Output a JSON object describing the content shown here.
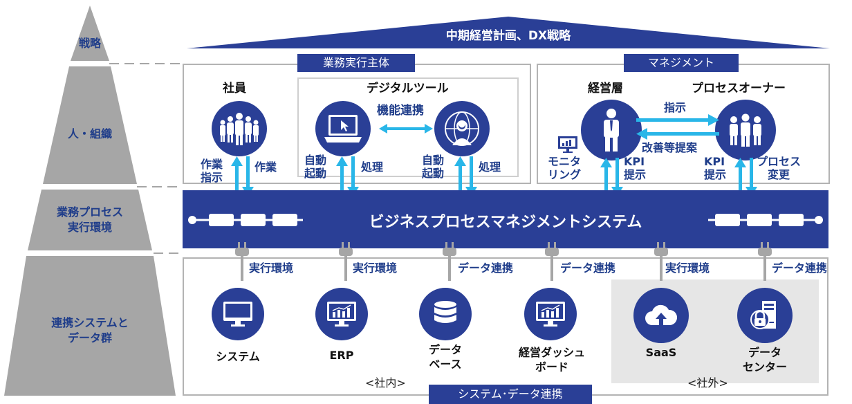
{
  "roof": {
    "title": "中期経営計画、DX戦略"
  },
  "tiers": {
    "strategy": "戦略",
    "people": "人・組織",
    "process_line1": "業務プロセス",
    "process_line2": "実行環境",
    "systems_line1": "連携システムと",
    "systems_line2": "データ群"
  },
  "top_left": {
    "tab": "業務実行主体",
    "employee": "社員",
    "digital_tools": "デジタルツール",
    "link_label": "機能連携",
    "arrows": [
      {
        "line1": "作業",
        "line2": "指示"
      },
      {
        "line1": "作業",
        "line2": ""
      },
      {
        "line1": "自動",
        "line2": "起動"
      },
      {
        "line1": "処理",
        "line2": ""
      },
      {
        "line1": "自動",
        "line2": "起動"
      },
      {
        "line1": "処理",
        "line2": ""
      }
    ]
  },
  "top_right": {
    "tab": "マネジメント",
    "executives": "経営層",
    "process_owner": "プロセスオーナー",
    "instruct": "指示",
    "improve": "改善等提案",
    "monitor_line1": "モニタ",
    "monitor_line2": "リング",
    "kpi1_line1": "KPI",
    "kpi1_line2": "提示",
    "kpi2_line1": "KPI",
    "kpi2_line2": "提示",
    "change_line1": "プロセス",
    "change_line2": "変更"
  },
  "bpms": {
    "title": "ビジネスプロセスマネジメントシステム"
  },
  "connections": [
    "実行環境",
    "実行環境",
    "データ連携",
    "データ連携",
    "実行環境",
    "データ連携"
  ],
  "systems": [
    {
      "icon": "monitor-icon",
      "line1": "システム",
      "line2": ""
    },
    {
      "icon": "erp-chart-icon",
      "line1": "ERP",
      "line2": ""
    },
    {
      "icon": "database-icon",
      "line1": "データ",
      "line2": "ベース"
    },
    {
      "icon": "dashboard-icon",
      "line1": "経営ダッシュ",
      "line2": "ボード"
    },
    {
      "icon": "cloud-upload-icon",
      "line1": "SaaS",
      "line2": ""
    },
    {
      "icon": "datacenter-lock-icon",
      "line1": "データ",
      "line2": "センター"
    }
  ],
  "bottom": {
    "internal": "<社内>",
    "external": "<社外>",
    "tab": "システム･データ連携"
  },
  "colors": {
    "navy": "#2a3f96",
    "light_blue": "#29b6e8",
    "gray": "#a6a6a6",
    "light_gray": "#e6e6e6"
  }
}
